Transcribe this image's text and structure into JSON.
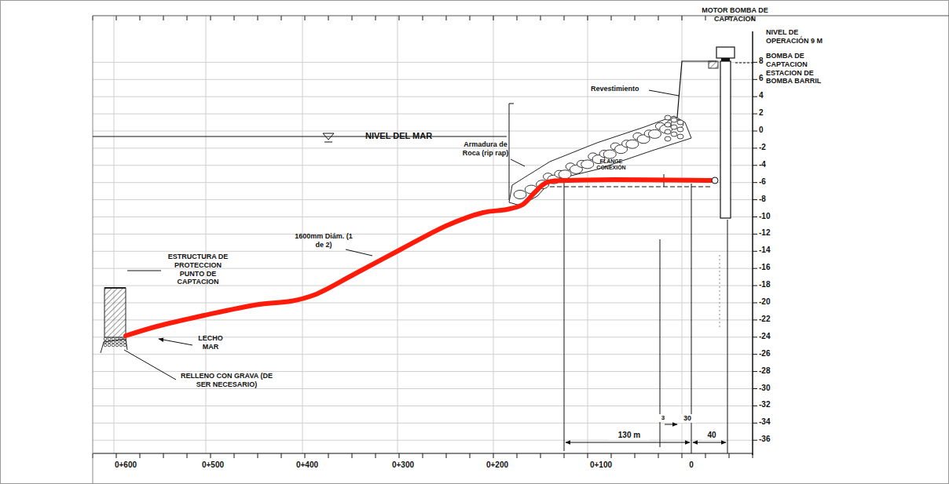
{
  "diagram": {
    "labels": [
      "MOTOR BOMBA DE CAPTACION",
      "NIVEL DE OPERACIÓN 9 M",
      "BOMBA DE CAPTACION ESTACION DE BOMBA BARRIL",
      "Revestimiento",
      "NIVEL DEL MAR",
      "Armadura de Roca (rip rap)",
      "FLANGE CONEXIÓN",
      "1600mm Diám. (1 de 2)",
      "ESTRUCTURA DE PROTECCION PUNTO DE CAPTACION",
      "LECHO MAR",
      "RELLENO CON GRAVA (DE SER NECESARIO)",
      "130 m",
      "40",
      "3",
      "30",
      "8",
      "6",
      "4",
      "2",
      "0",
      "-2",
      "-4",
      "-6",
      "-8",
      "-10",
      "-12",
      "-14",
      "-16",
      "-18",
      "-20",
      "-22",
      "-24",
      "-26",
      "-28",
      "-30",
      "-32",
      "-34",
      "-36",
      "0+600",
      "0+500",
      "0+400",
      "0+300",
      "0+200",
      "0+100",
      "0"
    ]
  }
}
